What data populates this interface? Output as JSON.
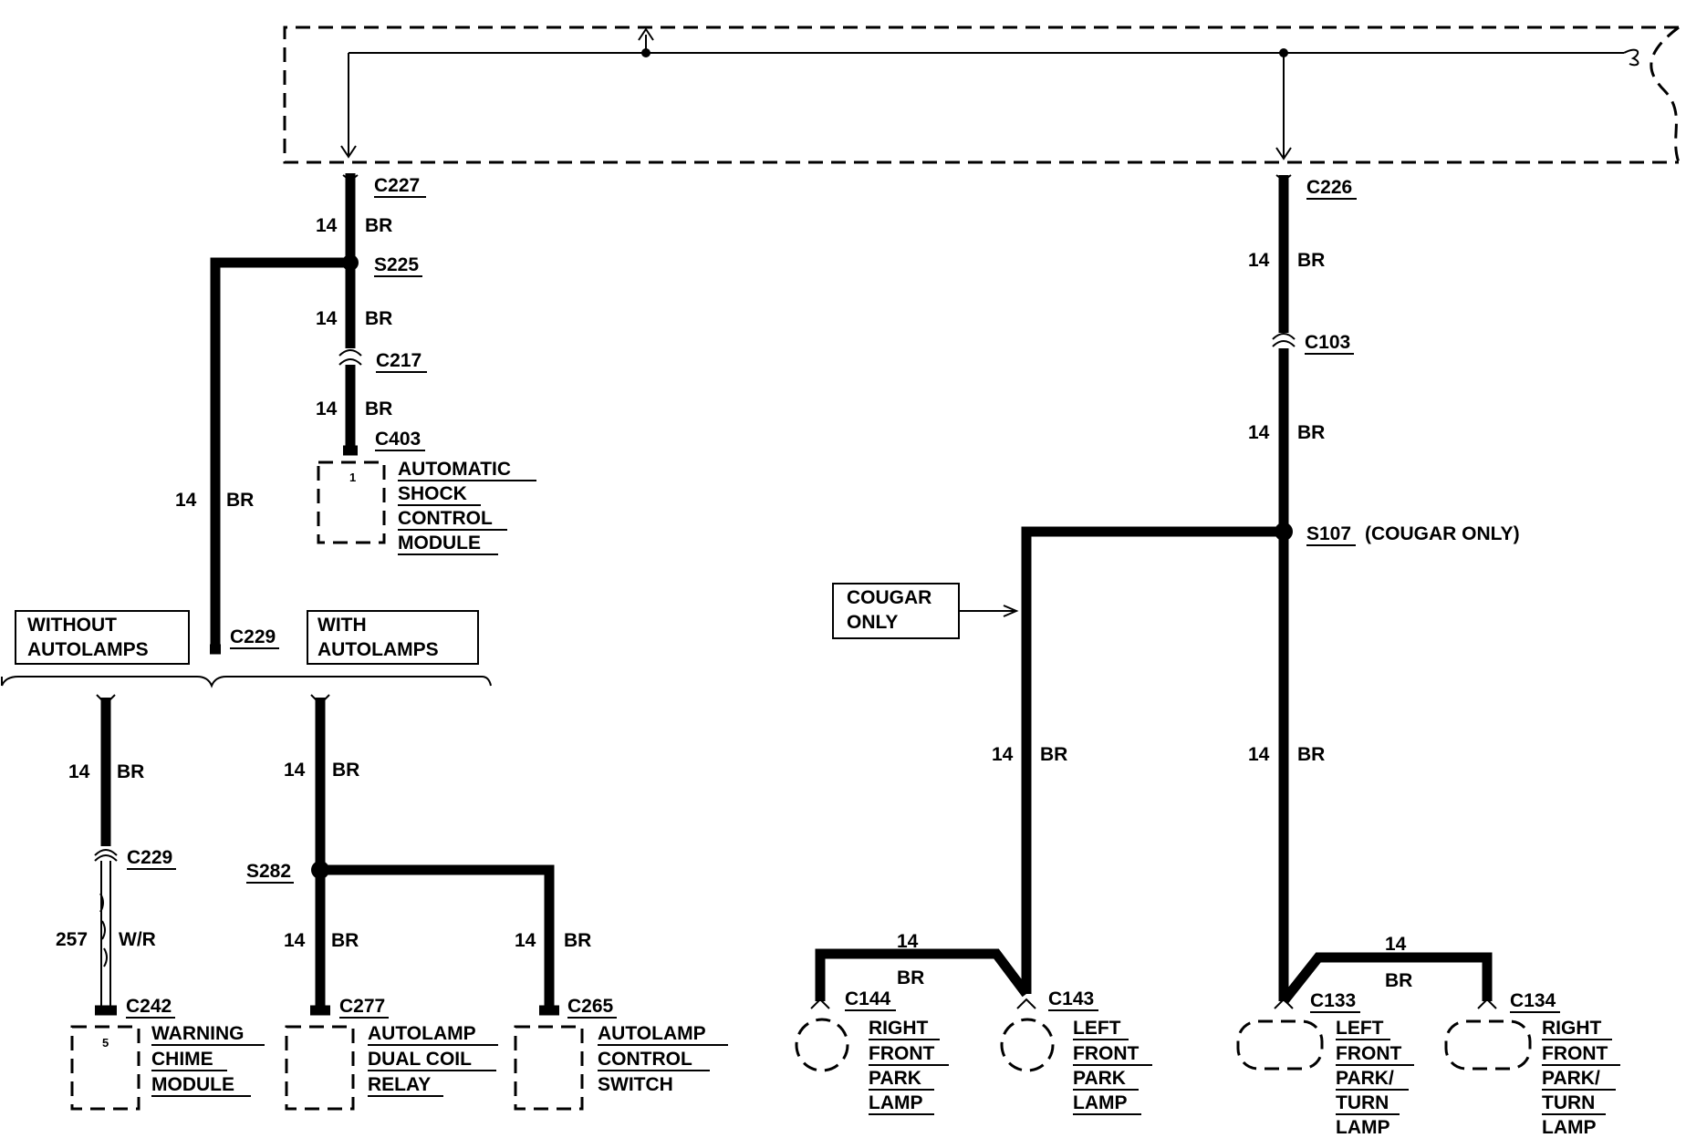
{
  "connectors": {
    "c227": "C227",
    "c226": "C226",
    "c217": "C217",
    "c403": "C403",
    "c103": "C103",
    "c229_top": "C229",
    "c229_bottom": "C229",
    "c242": "C242",
    "c277": "C277",
    "c265": "C265",
    "c144": "C144",
    "c143": "C143",
    "c133": "C133",
    "c134": "C134"
  },
  "splices": {
    "s225": "S225",
    "s282": "S282",
    "s107": "S107",
    "s107_note": "(COUGAR ONLY)"
  },
  "wires": {
    "gauge": "14",
    "color": "BR",
    "alt_gauge": "257",
    "alt_color": "W/R"
  },
  "pins": {
    "shock_module": "1",
    "chime_module": "5"
  },
  "options": {
    "without_l1": "WITHOUT",
    "without_l2": "AUTOLAMPS",
    "with_l1": "WITH",
    "with_l2": "AUTOLAMPS",
    "cougar_l1": "COUGAR",
    "cougar_l2": "ONLY"
  },
  "components": {
    "shock": [
      "AUTOMATIC",
      "SHOCK",
      "CONTROL",
      "MODULE"
    ],
    "chime": [
      "WARNING",
      "CHIME",
      "MODULE"
    ],
    "relay": [
      "AUTOLAMP",
      "DUAL COIL",
      "RELAY"
    ],
    "switch": [
      "AUTOLAMP",
      "CONTROL",
      "SWITCH"
    ],
    "rf_park": [
      "RIGHT",
      "FRONT",
      "PARK",
      "LAMP"
    ],
    "lf_park": [
      "LEFT",
      "FRONT",
      "PARK",
      "LAMP"
    ],
    "lf_turn": [
      "LEFT",
      "FRONT",
      "PARK/",
      "TURN",
      "LAMP"
    ],
    "rf_turn": [
      "RIGHT",
      "FRONT",
      "PARK/",
      "TURN",
      "LAMP"
    ]
  }
}
